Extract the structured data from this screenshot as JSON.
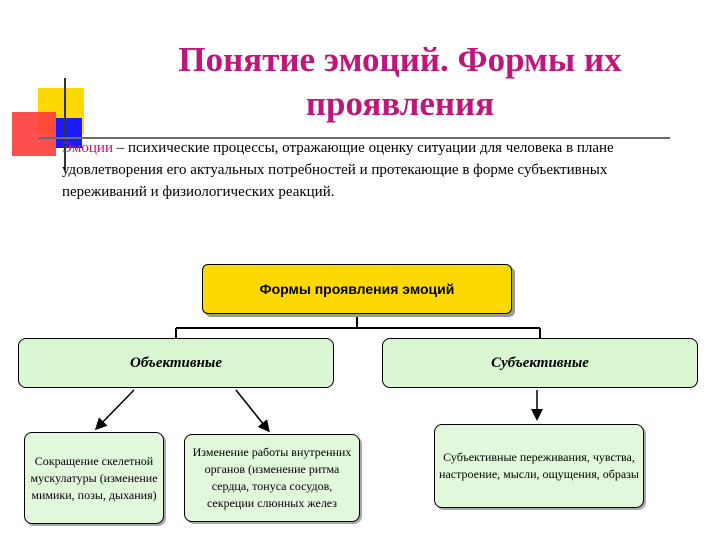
{
  "title": "Понятие эмоций. Формы их проявления",
  "definition": {
    "term": "Эмоции",
    "text": " – психические процессы, отражающие оценку ситуации для человека в плане удовлетворения его актуальных потребностей и протекающие в форме субъективных переживаний и физиологических реакций."
  },
  "diagram": {
    "root": "Формы проявления эмоций",
    "branches": [
      {
        "label": "Объективные"
      },
      {
        "label": "Субъективные"
      }
    ],
    "leaves": [
      {
        "text": "Сокращение скелетной мускулатуры (изменение мимики, позы, дыхания)"
      },
      {
        "text": "Изменение работы внутренних органов (изменение ритма сердца, тонуса сосудов, секреции слюнных желез"
      },
      {
        "text": "Субъективные переживания, чувства, настроение, мысли, ощущения, образы"
      }
    ]
  },
  "colors": {
    "title": "#c0157a",
    "root_fill": "#ffd800",
    "branch_fill": "#d9f7d2",
    "leaf_fill": "#e2f8dc",
    "deco_yellow": "#ffd800",
    "deco_red": "#ff3333",
    "deco_blue": "#1a1aff"
  }
}
